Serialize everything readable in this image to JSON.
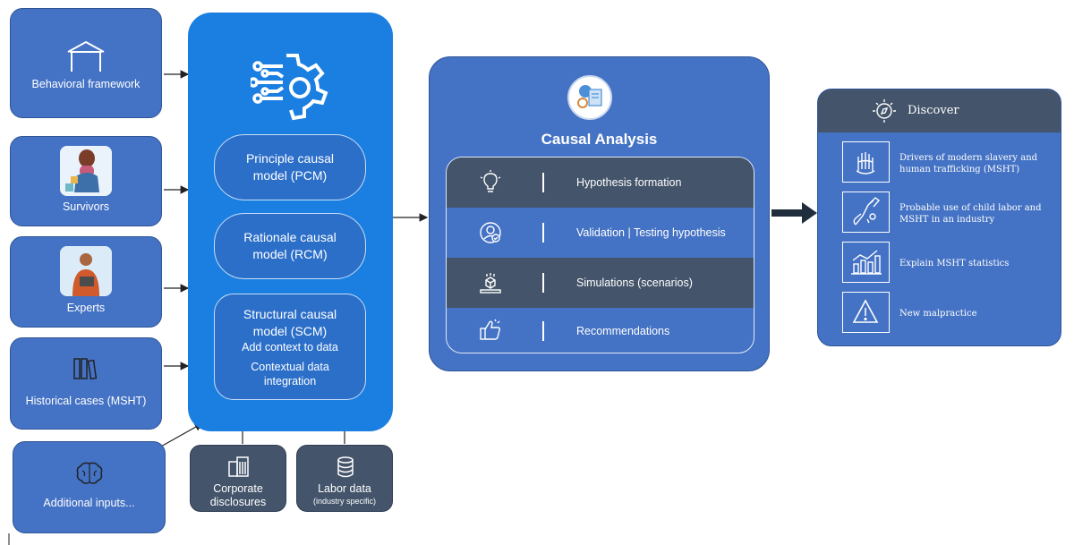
{
  "inputs": {
    "behavioral": "Behavioral framework",
    "survivors": "Survivors",
    "experts": "Experts",
    "historical": "Historical cases (MSHT)",
    "additional": "Additional inputs..."
  },
  "models": {
    "pcm": [
      "Principle causal",
      "model (PCM)"
    ],
    "rcm": [
      "Rationale causal",
      "model (RCM)"
    ],
    "scm": [
      "Structural causal",
      "model (SCM)"
    ],
    "scm_details": [
      "Add context to data",
      "Contextual data",
      "integration"
    ]
  },
  "sources": {
    "corporate": [
      "Corporate",
      "disclosures"
    ],
    "labor": "Labor data",
    "labor_sub": "(industry specific)"
  },
  "causal_analysis": {
    "title": "Causal Analysis",
    "steps": [
      "Hypothesis formation",
      "Validation | Testing hypothesis",
      "Simulations (scenarios)",
      "Recommendations"
    ]
  },
  "discover": {
    "title": "Discover",
    "items": [
      [
        "Drivers of modern slavery and",
        "human trafficking (MSHT)"
      ],
      [
        "Probable use of child labor and",
        "MSHT in an industry"
      ],
      [
        "Explain MSHT statistics"
      ],
      [
        "New malpractice"
      ]
    ]
  },
  "icons": {
    "behavioral": "framework-gate-icon",
    "survivors": "survivor-photo",
    "experts": "expert-photo",
    "historical": "books-icon",
    "additional": "brain-icon",
    "model": "ai-gear-icon",
    "corporate": "buildings-icon",
    "labor": "database-icon",
    "analysis": "analysis-badge-icon",
    "steps": [
      "lightbulb-icon",
      "user-check-icon",
      "simulation-icon",
      "thumbs-up-icon"
    ],
    "discover": [
      "compass-icon",
      "hands-icon",
      "child-hand-icon",
      "bar-chart-icon",
      "warning-icon"
    ]
  },
  "colors": {
    "box_blue": "#4472c4",
    "panel_blue": "#1a7fe0",
    "slate": "#44546a",
    "border": "#2f5597"
  }
}
